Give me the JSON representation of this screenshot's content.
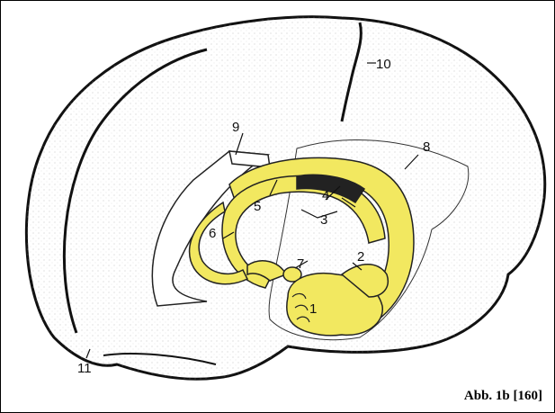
{
  "labels": {
    "l1": "1",
    "l2": "2",
    "l3": "3",
    "l4": "4",
    "l5": "5",
    "l6": "6",
    "l7": "7",
    "l8": "8",
    "l9": "9",
    "l10": "10",
    "l11": "11"
  },
  "caption": "Abb. 1b [160]",
  "colors": {
    "highlight": "#f2e860",
    "outline": "#111111",
    "background": "#ffffff"
  }
}
